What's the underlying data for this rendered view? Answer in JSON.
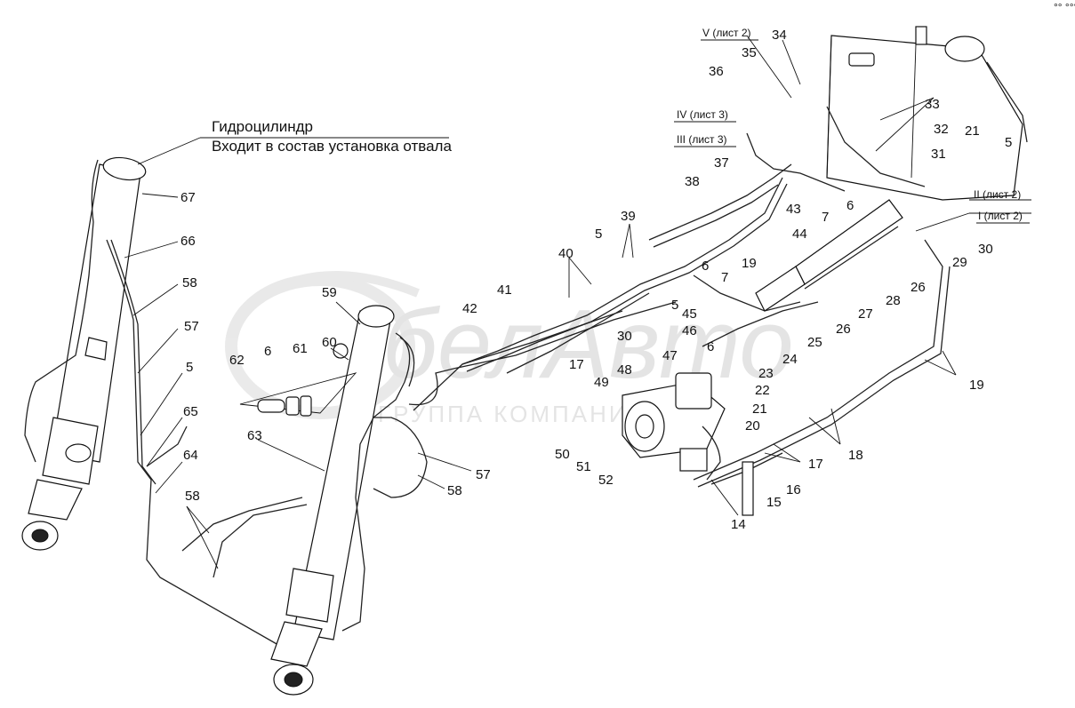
{
  "caption": {
    "line1": "Гидроцилиндр",
    "line2": "Входит в состав установка отвала"
  },
  "sheet_refs": [
    {
      "id": "v",
      "text": "V (лист 2)"
    },
    {
      "id": "iv",
      "text": "IV (лист 3)"
    },
    {
      "id": "iii",
      "text": "III (лист 3)"
    },
    {
      "id": "ii",
      "text": "II (лист 2)"
    },
    {
      "id": "i",
      "text": "I (лист 2)"
    }
  ],
  "watermark": {
    "logo": "белАвто",
    "subtitle": "ГРУППА КОМПАНИЙ"
  },
  "corner_mark": "°° °°°",
  "callouts": [
    "67",
    "66",
    "58",
    "57",
    "5",
    "65",
    "64",
    "58",
    "62",
    "6",
    "61",
    "60",
    "59",
    "63",
    "57",
    "58",
    "42",
    "41",
    "17",
    "40",
    "39",
    "5",
    "6",
    "7",
    "5",
    "30",
    "38",
    "37",
    "19",
    "36",
    "35",
    "34",
    "33",
    "32",
    "21",
    "5",
    "31",
    "43",
    "44",
    "7",
    "6",
    "II",
    "30",
    "29",
    "26",
    "28",
    "27",
    "26",
    "25",
    "24",
    "45",
    "46",
    "6",
    "47",
    "48",
    "49",
    "23",
    "22",
    "21",
    "50",
    "51",
    "52",
    "20",
    "17",
    "18",
    "16",
    "15",
    "14",
    "19"
  ]
}
